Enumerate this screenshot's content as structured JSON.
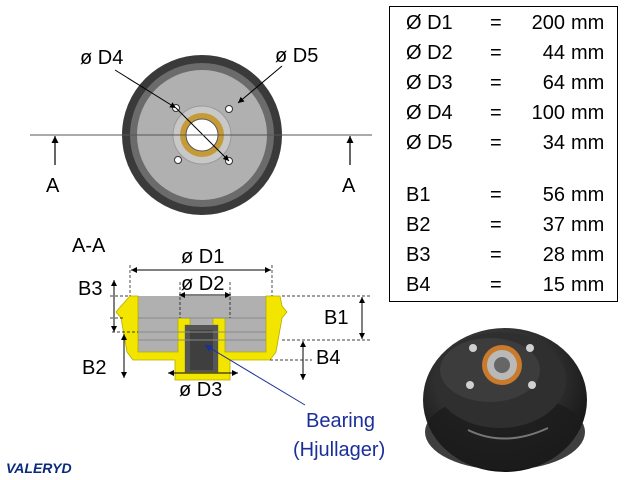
{
  "top_view": {
    "d4_label": "ø D4",
    "d5_label": "ø D5",
    "section_marker_left": "A",
    "section_marker_right": "A"
  },
  "section_view": {
    "title": "A-A",
    "d1_label": "ø D1",
    "d2_label": "ø D2",
    "d3_label": "ø D3",
    "b1_label": "B1",
    "b2_label": "B2",
    "b3_label": "B3",
    "b4_label": "B4",
    "bearing_label": "Bearing",
    "bearing_sublabel": "(Hjullager)"
  },
  "specs": [
    {
      "label": "Ø D1",
      "eq": "=",
      "value": "200",
      "unit": "mm"
    },
    {
      "label": "Ø D2",
      "eq": "=",
      "value": "44",
      "unit": "mm"
    },
    {
      "label": "Ø D3",
      "eq": "=",
      "value": "64",
      "unit": "mm"
    },
    {
      "label": "Ø D4",
      "eq": "=",
      "value": "100",
      "unit": "mm"
    },
    {
      "label": "Ø D5",
      "eq": "=",
      "value": "34",
      "unit": "mm"
    },
    {
      "label": "B1",
      "eq": "=",
      "value": "56",
      "unit": "mm"
    },
    {
      "label": "B2",
      "eq": "=",
      "value": "37",
      "unit": "mm"
    },
    {
      "label": "B3",
      "eq": "=",
      "value": "28",
      "unit": "mm"
    },
    {
      "label": "B4",
      "eq": "=",
      "value": "15",
      "unit": "mm"
    }
  ],
  "brand": "VALERYD",
  "colors": {
    "section_fill": "#f2e600",
    "drum_gray": "#b0b0b0",
    "drum_rim": "#3a3a3a",
    "bearing_blue": "#1a2f9c"
  }
}
